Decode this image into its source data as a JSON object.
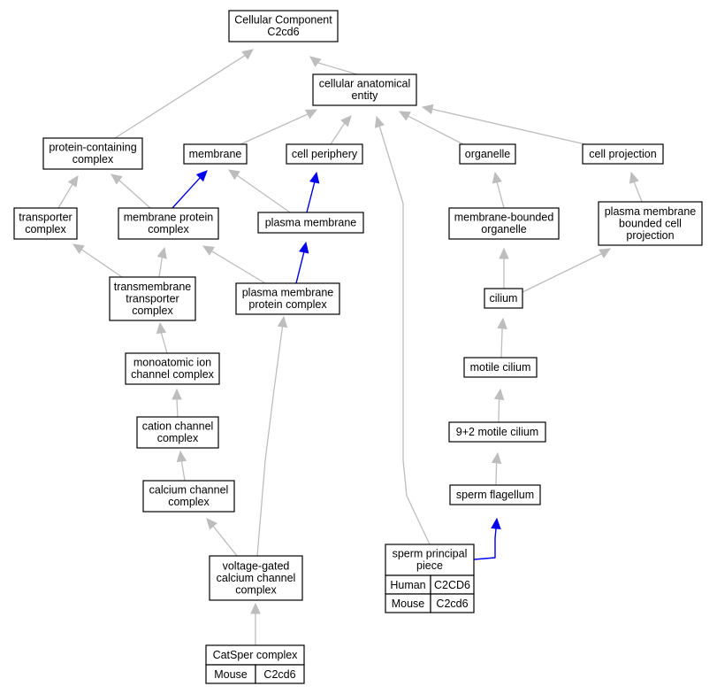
{
  "colors": {
    "edge_default": "#bdbdbd",
    "edge_highlight": "#0000ee",
    "human": "#f0624d",
    "mouse": "#add8e6"
  },
  "nodes": [
    {
      "id": "root",
      "lines": [
        "Cellular Component",
        "C2cd6"
      ]
    },
    {
      "id": "cae",
      "lines": [
        "cellular anatomical",
        "entity"
      ]
    },
    {
      "id": "pcc",
      "lines": [
        "protein-containing",
        "complex"
      ]
    },
    {
      "id": "membrane",
      "lines": [
        "membrane"
      ]
    },
    {
      "id": "cellper",
      "lines": [
        "cell periphery"
      ]
    },
    {
      "id": "organelle",
      "lines": [
        "organelle"
      ]
    },
    {
      "id": "cellproj",
      "lines": [
        "cell projection"
      ]
    },
    {
      "id": "transc",
      "lines": [
        "transporter",
        "complex"
      ]
    },
    {
      "id": "mpc",
      "lines": [
        "membrane protein",
        "complex"
      ]
    },
    {
      "id": "plasmam",
      "lines": [
        "plasma membrane"
      ]
    },
    {
      "id": "mbo",
      "lines": [
        "membrane-bounded",
        "organelle"
      ]
    },
    {
      "id": "pmbcp",
      "lines": [
        "plasma membrane",
        "bounded cell",
        "projection"
      ]
    },
    {
      "id": "tmtc",
      "lines": [
        "transmembrane",
        "transporter",
        "complex"
      ]
    },
    {
      "id": "pmpc",
      "lines": [
        "plasma membrane",
        "protein complex"
      ]
    },
    {
      "id": "cilium",
      "lines": [
        "cilium"
      ]
    },
    {
      "id": "moic",
      "lines": [
        "monoatomic ion",
        "channel complex"
      ]
    },
    {
      "id": "motcil",
      "lines": [
        "motile cilium"
      ]
    },
    {
      "id": "catcc",
      "lines": [
        "cation channel",
        "complex"
      ]
    },
    {
      "id": "ninetwo",
      "lines": [
        "9+2 motile cilium"
      ]
    },
    {
      "id": "calcc",
      "lines": [
        "calcium channel",
        "complex"
      ]
    },
    {
      "id": "spermfl",
      "lines": [
        "sperm flagellum"
      ]
    },
    {
      "id": "vgcc",
      "lines": [
        "voltage-gated",
        "calcium channel",
        "complex"
      ]
    },
    {
      "id": "spp",
      "lines": [
        "sperm principal",
        "piece"
      ],
      "annotations": [
        {
          "species": "Human",
          "gene": "C2CD6"
        },
        {
          "species": "Mouse",
          "gene": "C2cd6"
        }
      ]
    },
    {
      "id": "catsper",
      "lines": [
        "CatSper complex"
      ],
      "annotations": [
        {
          "species": "Mouse",
          "gene": "C2cd6"
        }
      ]
    }
  ],
  "edges": [
    {
      "from": "cae",
      "to": "root",
      "kind": "default"
    },
    {
      "from": "pcc",
      "to": "root",
      "kind": "default"
    },
    {
      "from": "membrane",
      "to": "cae",
      "kind": "default"
    },
    {
      "from": "cellper",
      "to": "cae",
      "kind": "default"
    },
    {
      "from": "organelle",
      "to": "cae",
      "kind": "default"
    },
    {
      "from": "cellproj",
      "to": "cae",
      "kind": "default"
    },
    {
      "from": "spp",
      "to": "cae",
      "kind": "default"
    },
    {
      "from": "transc",
      "to": "pcc",
      "kind": "default"
    },
    {
      "from": "mpc",
      "to": "pcc",
      "kind": "default"
    },
    {
      "from": "mpc",
      "to": "membrane",
      "kind": "highlight"
    },
    {
      "from": "plasmam",
      "to": "membrane",
      "kind": "default"
    },
    {
      "from": "plasmam",
      "to": "cellper",
      "kind": "highlight"
    },
    {
      "from": "mbo",
      "to": "organelle",
      "kind": "default"
    },
    {
      "from": "pmbcp",
      "to": "cellproj",
      "kind": "default"
    },
    {
      "from": "tmtc",
      "to": "transc",
      "kind": "default"
    },
    {
      "from": "tmtc",
      "to": "mpc",
      "kind": "default"
    },
    {
      "from": "pmpc",
      "to": "mpc",
      "kind": "default"
    },
    {
      "from": "pmpc",
      "to": "plasmam",
      "kind": "highlight"
    },
    {
      "from": "cilium",
      "to": "mbo",
      "kind": "default"
    },
    {
      "from": "cilium",
      "to": "pmbcp",
      "kind": "default"
    },
    {
      "from": "moic",
      "to": "tmtc",
      "kind": "default"
    },
    {
      "from": "catcc",
      "to": "moic",
      "kind": "default"
    },
    {
      "from": "calcc",
      "to": "catcc",
      "kind": "default"
    },
    {
      "from": "vgcc",
      "to": "calcc",
      "kind": "default"
    },
    {
      "from": "vgcc",
      "to": "pmpc",
      "kind": "default"
    },
    {
      "from": "catsper",
      "to": "vgcc",
      "kind": "default"
    },
    {
      "from": "motcil",
      "to": "cilium",
      "kind": "default"
    },
    {
      "from": "ninetwo",
      "to": "motcil",
      "kind": "default"
    },
    {
      "from": "spermfl",
      "to": "ninetwo",
      "kind": "default"
    },
    {
      "from": "spp",
      "to": "spermfl",
      "kind": "highlight"
    }
  ]
}
